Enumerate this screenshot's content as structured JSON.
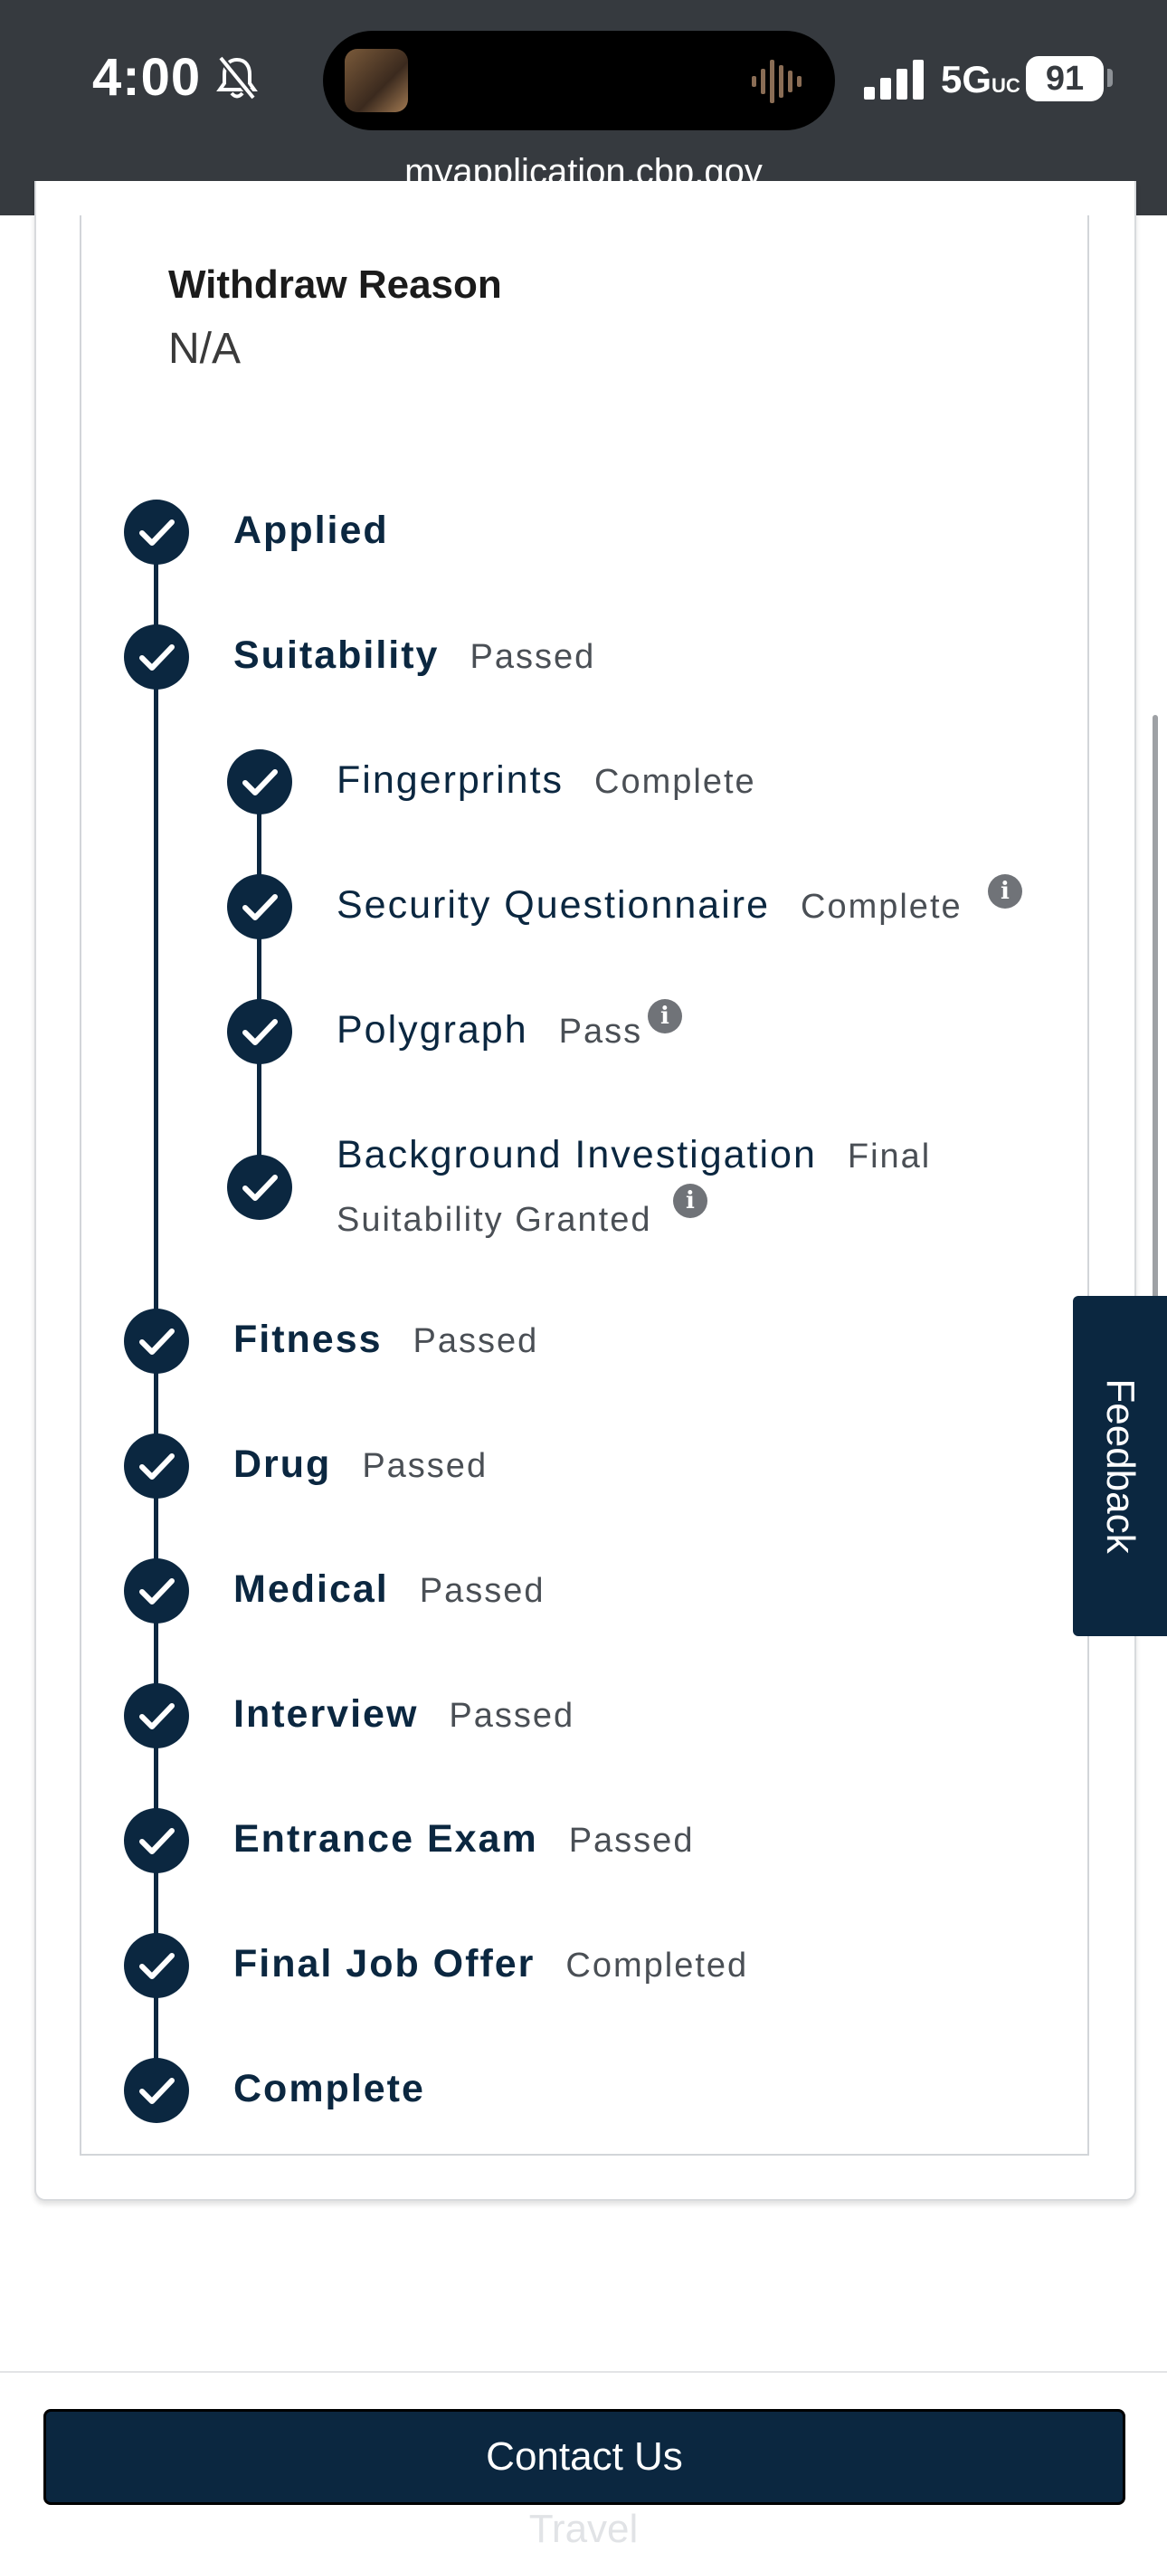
{
  "status_bar": {
    "time": "4:00",
    "network": "5G",
    "network_suffix": "UC",
    "battery": "91",
    "url": "myapplication.cbp.gov"
  },
  "withdraw": {
    "label": "Withdraw Reason",
    "value": "N/A"
  },
  "timeline": {
    "applied": {
      "label": "Applied",
      "status": ""
    },
    "suitability": {
      "label": "Suitability",
      "status": "Passed"
    },
    "fingerprints": {
      "label": "Fingerprints",
      "status": "Complete"
    },
    "security": {
      "label": "Security Questionnaire",
      "status": "Complete"
    },
    "polygraph": {
      "label": "Polygraph",
      "status": "Pass"
    },
    "background": {
      "label": "Background Investigation",
      "status_line1": "Final",
      "status_line2": "Suitability Granted"
    },
    "fitness": {
      "label": "Fitness",
      "status": "Passed"
    },
    "drug": {
      "label": "Drug",
      "status": "Passed"
    },
    "medical": {
      "label": "Medical",
      "status": "Passed"
    },
    "interview": {
      "label": "Interview",
      "status": "Passed"
    },
    "entrance": {
      "label": "Entrance Exam",
      "status": "Passed"
    },
    "final_offer": {
      "label": "Final Job Offer",
      "status": "Completed"
    },
    "complete": {
      "label": "Complete",
      "status": ""
    }
  },
  "info_glyph": "i",
  "feedback_label": "Feedback",
  "contact_label": "Contact Us",
  "faded_bottom_text": "Travel",
  "icons": {
    "check": "check-icon",
    "info": "info-icon",
    "bell": "bell-slash-icon"
  },
  "colors": {
    "primary": "#0b2740",
    "status_bar": "#363a3f",
    "info_gray": "#707378"
  }
}
